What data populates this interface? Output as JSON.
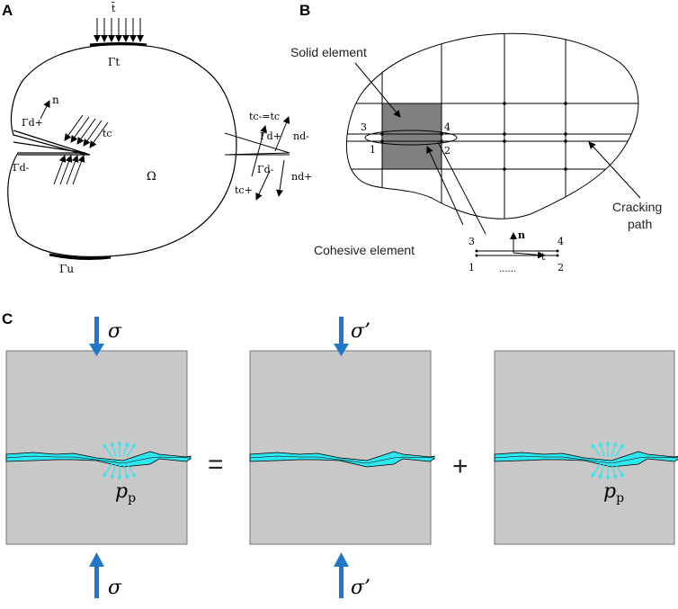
{
  "panel_a": {
    "letter": "A",
    "t_bar": "t̄",
    "gamma_t": "Γt",
    "n": "n",
    "gamma_d_plus": "Γd+",
    "t_c": "tc",
    "gamma_d_minus": "Γd-",
    "omega": "Ω",
    "gamma_u": "Γu",
    "tc_eq": "tc-=tc",
    "detail_gamma_d_plus": "Γd+",
    "detail_nd_minus": "nd-",
    "detail_gamma_d_minus": "Γd-",
    "detail_nd_plus": "nd+",
    "detail_tc_plus": "tc+"
  },
  "panel_b": {
    "letter": "B",
    "solid_element": "Solid element",
    "cohesive_element": "Cohesive element",
    "cracking_path_line1": "Cracking",
    "cracking_path_line2": "path",
    "node_3": "3",
    "node_4": "4",
    "node_1": "1",
    "node_2": "2",
    "detail_node_3": "3",
    "detail_node_4": "4",
    "detail_node_1": "1",
    "detail_node_2": "2",
    "detail_n": "n",
    "detail_t": "t",
    "dots": "......"
  },
  "panel_c": {
    "letter": "C",
    "sigma": "σ",
    "sigma_prime": "σ’",
    "equals": "=",
    "plus": "+",
    "pp": "p",
    "pp_sub": "p"
  },
  "colors": {
    "crack_fill": "#2ee6f0",
    "crack_arrow": "#2ee6f0",
    "load_arrow": "#1f78c8",
    "block_fill": "#c8c8c8",
    "solid_element_fill": "#808080"
  }
}
